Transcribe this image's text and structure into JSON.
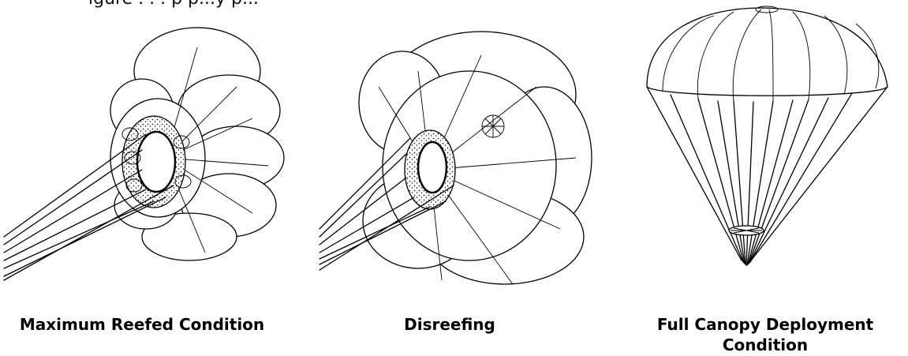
{
  "header_fragment": "igure . . . p p...y  p...",
  "panels": [
    {
      "caption": "Maximum Reefed Condition"
    },
    {
      "caption": "Disreefing"
    },
    {
      "caption_line1": "Full Canopy Deployment",
      "caption_line2": "Condition"
    }
  ]
}
